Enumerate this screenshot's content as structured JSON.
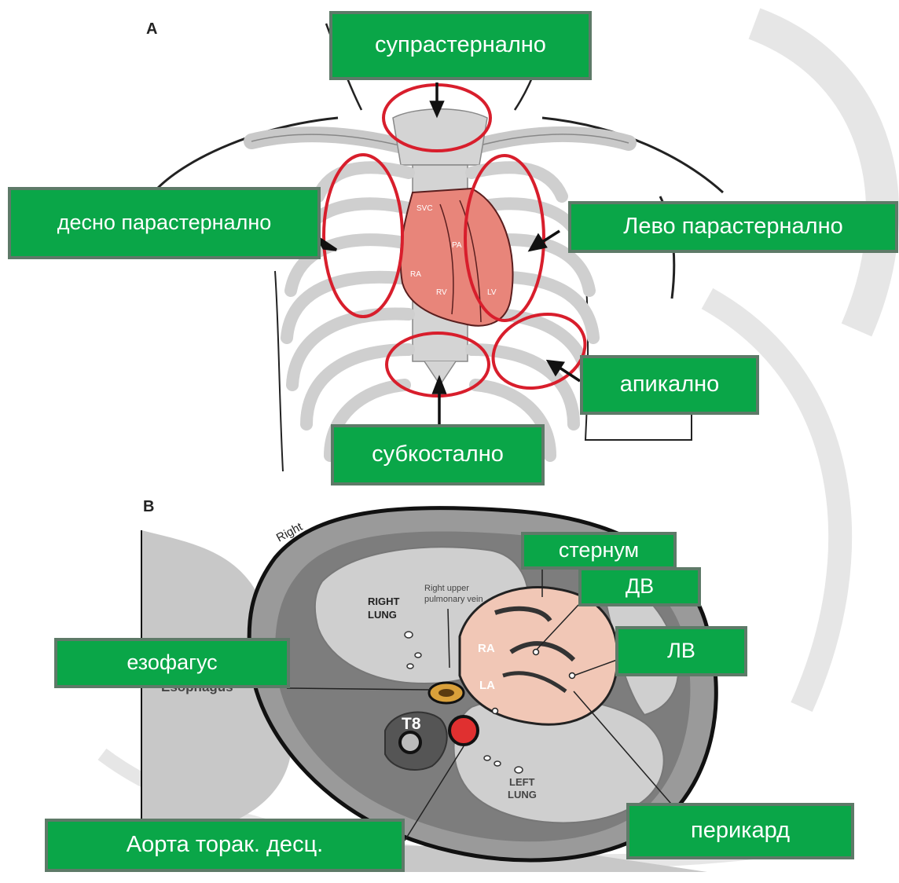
{
  "panels": {
    "a": "A",
    "b": "B"
  },
  "labels": {
    "suprasternal": "супрастернално",
    "right_parasternal": "десно парастернално",
    "left_parasternal": "Лево парастернално",
    "apical": "апикално",
    "subcostal": "субкостално",
    "sternum": "стернум",
    "rv": "ДВ",
    "lv": "ЛВ",
    "esophagus": "езофагус",
    "aorta": "Аорта торак. десц.",
    "pericardium": "перикард"
  },
  "diagram_text": {
    "right": "Right",
    "right_lung_1": "RIGHT",
    "right_lung_2": "LUNG",
    "upper_vein_1": "Right upper",
    "upper_vein_2": "pulmonary vein",
    "ra": "RA",
    "la": "LA",
    "t8": "T8",
    "left_lung_1": "LEFT",
    "left_lung_2": "LUNG",
    "esophagus_en": "Esophagus",
    "heart_svc": "SVC",
    "heart_pa": "PA",
    "heart_ra": "RA",
    "heart_rv": "RV",
    "heart_lv": "LV"
  },
  "colors": {
    "label_bg": "#0aa648",
    "label_border": "#5e7a68",
    "ring": "#d81e2c",
    "heart": "#e8857a"
  }
}
